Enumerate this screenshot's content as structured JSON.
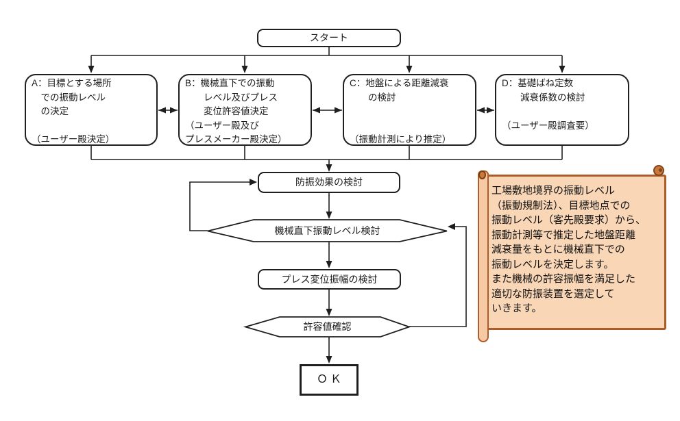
{
  "flow": {
    "start": {
      "label": "スタート"
    },
    "boxes": [
      {
        "id": "A",
        "text": "A：目標とする場所\n　での振動レベル\n　の決定\n\n（ユーザー殿決定）"
      },
      {
        "id": "B",
        "text": "B：機械直下での振動\n　　レベル及びプレス\n　　変位許容値決定\n（ユーザー殿及び\nプレスメーカー殿決定）"
      },
      {
        "id": "C",
        "text": "C：地盤による距離減衰\n　　の検討\n\n\n（振動計測により推定）"
      },
      {
        "id": "D",
        "text": "D：基礎ばね定数\n　　減衰係数の検討\n\n（ユーザー殿調査要）"
      }
    ],
    "steps": {
      "damping_effect": "防振効果の検討",
      "machine_level_check": "機械直下振動レベル検討",
      "press_displacement": "プレス変位振幅の検討",
      "tolerance_check": "許容値確認",
      "ok": "ＯＫ"
    },
    "note": {
      "text": "工場敷地境界の振動レベル\n（振動規制法）、目標地点での\n振動レベル（客先殿要求）から、\n振動計測等で推定した地盤距離\n減衰量をもとに機械直下での\n振動レベルを決定します。\nまた機械の許容振幅を満足した\n適切な防振装置を選定して\nいきます。"
    },
    "colors": {
      "line": "#1f1f1f",
      "note_fill": "#F9D6B6",
      "note_border": "#AD5B28",
      "spellcheck_red": "#E0342B"
    }
  }
}
